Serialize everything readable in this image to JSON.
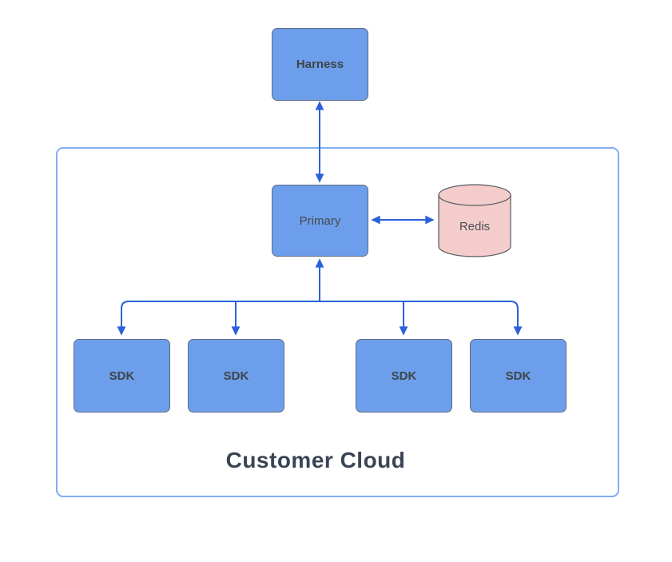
{
  "diagram": {
    "title": "Customer Cloud",
    "nodes": {
      "harness": {
        "label": "Harness",
        "shape": "rectangle"
      },
      "primary": {
        "label": "Primary",
        "shape": "rectangle"
      },
      "redis": {
        "label": "Redis",
        "shape": "cylinder"
      },
      "sdk1": {
        "label": "SDK",
        "shape": "rectangle"
      },
      "sdk2": {
        "label": "SDK",
        "shape": "rectangle"
      },
      "sdk3": {
        "label": "SDK",
        "shape": "rectangle"
      },
      "sdk4": {
        "label": "SDK",
        "shape": "rectangle"
      }
    },
    "connections": [
      {
        "from": "Harness",
        "to": "Primary",
        "direction": "bidirectional"
      },
      {
        "from": "Primary",
        "to": "Redis",
        "direction": "bidirectional"
      },
      {
        "from": "Primary",
        "to": "SDK",
        "direction": "down-fanout-to-4-nodes"
      },
      {
        "from": "SDK bus",
        "to": "Primary",
        "direction": "up"
      }
    ],
    "colors": {
      "node_fill": "#6d9eeb",
      "node_border": "#5b6b84",
      "redis_fill": "#f4cccc",
      "redis_border": "#565b60",
      "arrow": "#2b62d9",
      "container_border": "#7faef5",
      "node_label_text": "#3f4449",
      "title_text": "#3b4454",
      "background": "#ffffff"
    }
  }
}
